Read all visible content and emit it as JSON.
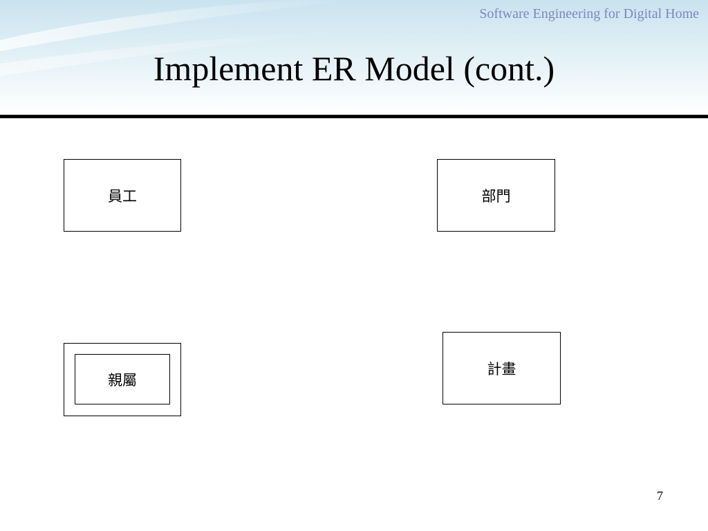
{
  "header": {
    "course_name": "Software Engineering for Digital Home",
    "title": "Implement ER Model (cont.)"
  },
  "diagram": {
    "entities": [
      {
        "id": "employee",
        "label": "員工",
        "weak": false
      },
      {
        "id": "department",
        "label": "部門",
        "weak": false
      },
      {
        "id": "dependent",
        "label": "親屬",
        "weak": true
      },
      {
        "id": "project",
        "label": "計畫",
        "weak": false
      }
    ]
  },
  "footer": {
    "page_number": "7"
  },
  "colors": {
    "course_name": "#7f86bd",
    "header_gradient_top": "#c9e3ef",
    "header_gradient_bottom": "#ffffff"
  }
}
